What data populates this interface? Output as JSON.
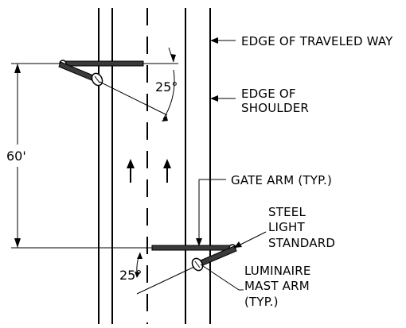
{
  "labels": {
    "edge_traveled_way": "EDGE OF TRAVELED WAY",
    "edge_shoulder_1": "EDGE OF",
    "edge_shoulder_2": "SHOULDER",
    "gate_arm": "GATE ARM (TYP.)",
    "steel_1": "STEEL",
    "steel_2": "LIGHT",
    "steel_3": "STANDARD",
    "lum_1": "LUMINAIRE",
    "lum_2": "MAST ARM",
    "lum_3": "(TYP.)"
  },
  "dimensions": {
    "spacing": "60'",
    "angle_top": "25°",
    "angle_bottom": "25°"
  },
  "colors": {
    "line": "#000000",
    "arm": "#3a3a3a",
    "background": "#ffffff"
  }
}
